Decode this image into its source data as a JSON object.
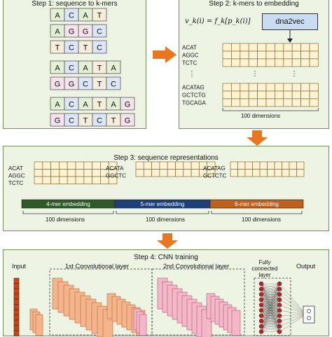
{
  "step1": {
    "title": "Step 1: sequence to k-mers",
    "kmers": [
      {
        "bases": [
          "A",
          "C",
          "A",
          "T"
        ]
      },
      {
        "bases": [
          "A",
          "G",
          "G",
          "C"
        ]
      },
      {
        "bases": [
          "T",
          "C",
          "T",
          "C"
        ]
      },
      {
        "bases": [
          "A",
          "C",
          "A",
          "T",
          "A"
        ]
      },
      {
        "bases": [
          "G",
          "G",
          "C",
          "T",
          "C"
        ]
      },
      {
        "bases": [
          "A",
          "C",
          "A",
          "T",
          "A",
          "G"
        ]
      },
      {
        "bases": [
          "G",
          "C",
          "T",
          "C",
          "T",
          "G"
        ]
      }
    ]
  },
  "step2": {
    "title": "Step 2: k-mers to embedding",
    "formula": "v_k(i) = f_k[p_k(i)]",
    "model_label": "dna2vec",
    "rows_a": [
      "ACAT",
      "AGGC",
      "TCTC"
    ],
    "ellipsis": "⋮",
    "rows_b": [
      "ACATAG",
      "GCTCTG",
      "TGCAGA"
    ],
    "dimension_label": "100 dimensions"
  },
  "step3": {
    "title": "Step 3: sequence representations",
    "groups": [
      {
        "kmers": [
          "ACAT",
          "AGGC",
          "TCTC"
        ],
        "bar_label": "4-mer embedding",
        "color": "#2e5a2a"
      },
      {
        "kmers": [
          "ACATA",
          "GGCTC"
        ],
        "bar_label": "5-mer embedding",
        "color": "#1f3f7a"
      },
      {
        "kmers": [
          "ACATAG",
          "GCTCTC"
        ],
        "bar_label": "6-mer embedding",
        "color": "#c0601a"
      }
    ],
    "dimension_label": "100 dimensions"
  },
  "step4": {
    "title": "Step 4: CNN training",
    "input_label": "Input",
    "conv1_label": "1st Convolutional layer",
    "conv2_label": "2nd Convolutional layer",
    "fc_label": "Fully connected layer",
    "output_label": "Output"
  },
  "colors": {
    "base_A": "#e4f0d6",
    "base_C": "#dde6f6",
    "base_G": "#f4e2ec",
    "base_T": "#f6eedd",
    "grid_fill": "#fbf3d4",
    "arrow": "#e87722"
  }
}
